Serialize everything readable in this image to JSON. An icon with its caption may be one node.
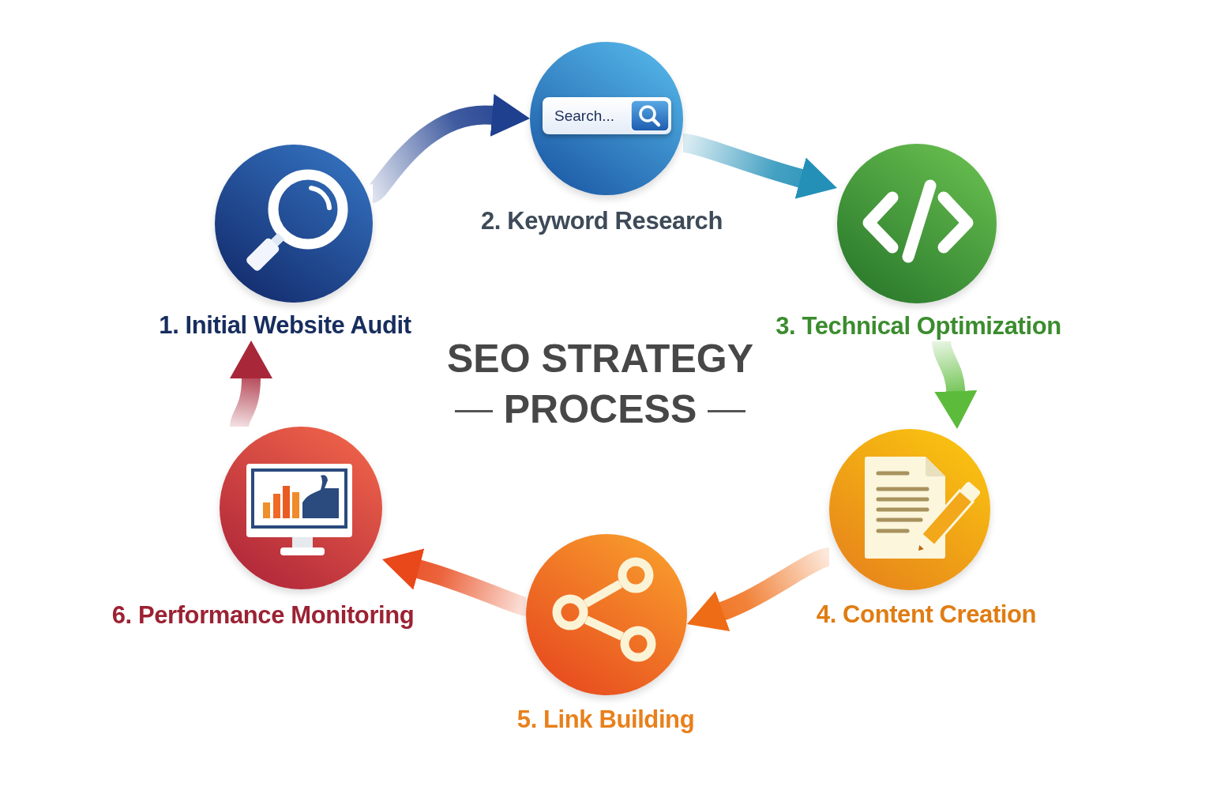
{
  "diagram": {
    "title": "SEO STRATEGY PROCESS",
    "nodes": [
      {
        "text": [
          "1. Initial Website Audit"
        ]
      },
      {
        "text": [
          "Search...",
          "2. Keyword Research"
        ]
      },
      {
        "text": [
          "3. Technical Optimization"
        ]
      },
      {
        "text": [
          "4. Content Creation"
        ]
      },
      {
        "text": [
          "5. Link Building"
        ]
      },
      {
        "text": [
          "6. Performance Monitoring"
        ]
      }
    ],
    "edges": [
      {
        "from": 0,
        "to": 1,
        "arrow": "to",
        "color": "#1f3f8f"
      },
      {
        "from": 1,
        "to": 2,
        "arrow": "to",
        "color": "#2490b8"
      },
      {
        "from": 2,
        "to": 3,
        "arrow": "to",
        "color": "#5dbb3b"
      },
      {
        "from": 3,
        "to": 4,
        "arrow": "to",
        "color": "#ef6c16"
      },
      {
        "from": 4,
        "to": 5,
        "arrow": "to",
        "color": "#e8481a"
      },
      {
        "from": 5,
        "to": 0,
        "arrow": "to",
        "color": "#a8283a"
      }
    ]
  }
}
